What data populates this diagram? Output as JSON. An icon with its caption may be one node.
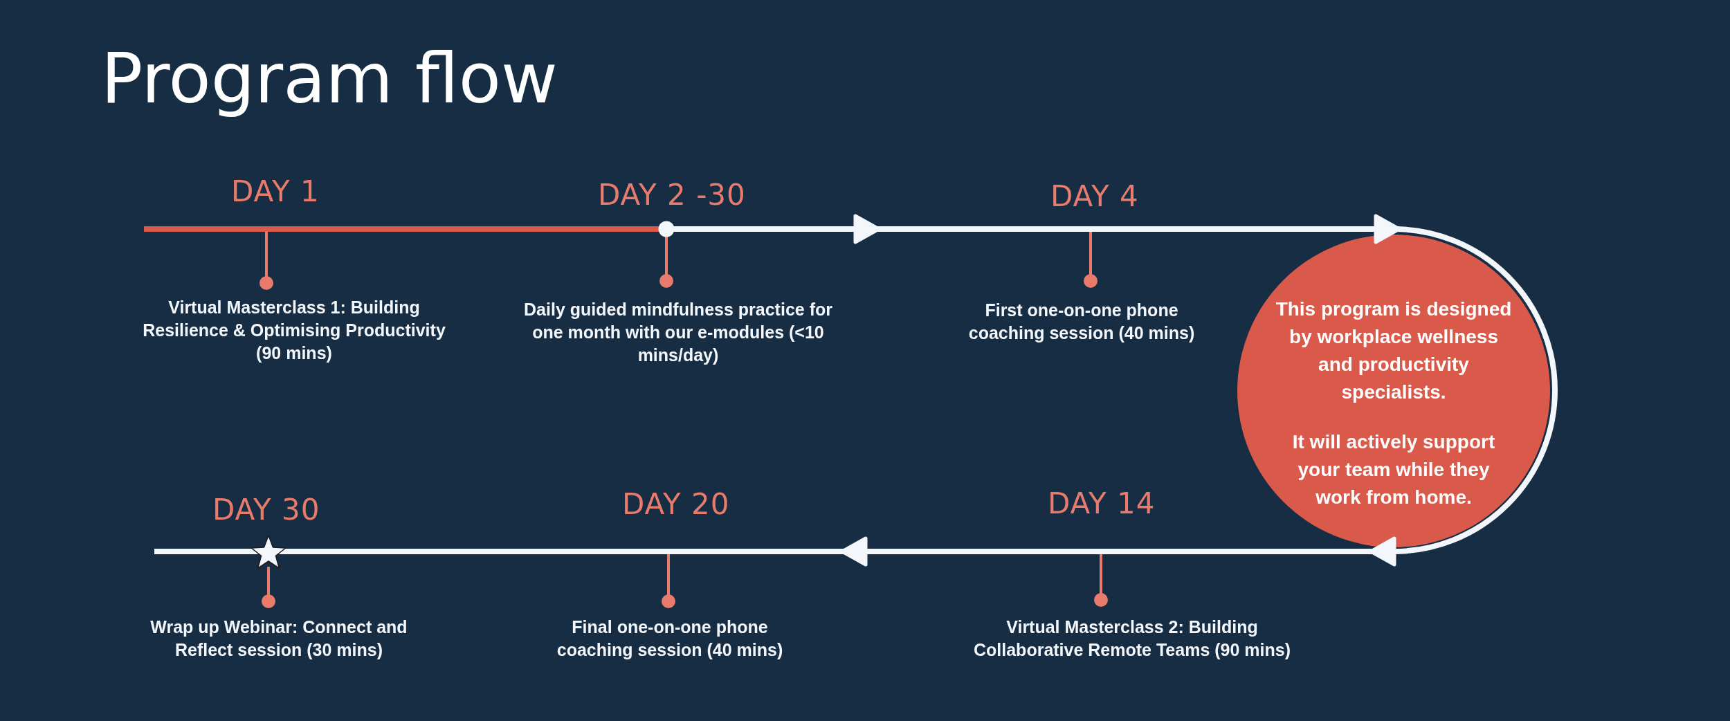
{
  "diagram": {
    "title": "Program flow",
    "nodes": [
      {
        "text": [
          "DAY 1",
          "Virtual Masterclass 1: Building Resilience & Optimising Productivity (90 mins)"
        ]
      },
      {
        "text": [
          "DAY 2 -30",
          "Daily guided mindfulness practice for one month with our e-modules (<10 mins/day)"
        ]
      },
      {
        "text": [
          "DAY 4",
          "First one-on-one phone coaching session (40 mins)"
        ]
      },
      {
        "text": [
          "This program is designed by workplace wellness and productivity specialists.",
          "It will actively support your team while they work from home."
        ]
      },
      {
        "text": [
          "DAY 14",
          "Virtual Masterclass 2: Building Collaborative Remote Teams (90 mins)"
        ]
      },
      {
        "text": [
          "DAY 20",
          "Final one-on-one phone coaching session (40 mins)"
        ]
      },
      {
        "text": [
          "DAY 30",
          "Wrap up Webinar: Connect and Reflect session (30 mins)"
        ]
      }
    ],
    "edges": [
      {
        "from": 0,
        "to": 1,
        "arrow": "none",
        "color": "#d95a4b"
      },
      {
        "from": 1,
        "to": 2,
        "arrow": "to"
      },
      {
        "from": 2,
        "to": 3,
        "arrow": "to"
      },
      {
        "from": 3,
        "to": 4,
        "arrow": "to"
      },
      {
        "from": 4,
        "to": 5,
        "arrow": "to"
      },
      {
        "from": 5,
        "to": 6,
        "arrow": "none"
      }
    ]
  }
}
